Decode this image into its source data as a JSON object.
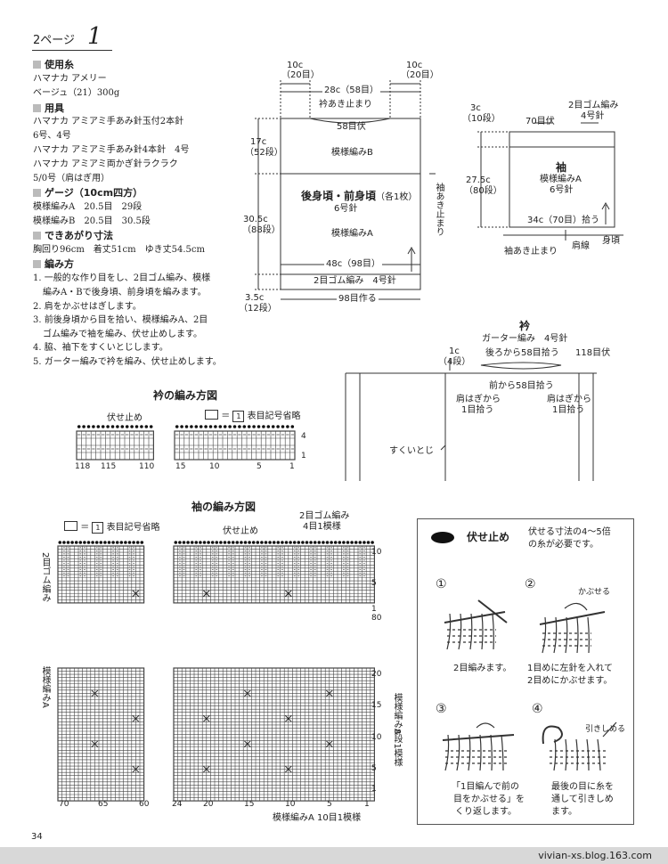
{
  "header": {
    "page_label": "2ページ",
    "page_number_big": "1"
  },
  "materials": {
    "yarn_heading": "使用糸",
    "yarn_line1": "ハマナカ アメリー",
    "yarn_line2": "ベージュ（21）300g",
    "tools_heading": "用具",
    "tools_line1": "ハマナカ アミアミ手あみ針玉付2本針",
    "tools_line2": "6号、4号",
    "tools_line3": "ハマナカ アミアミ手あみ針4本針　4号",
    "tools_line4": "ハマナカ アミアミ両かぎ針ラクラク",
    "tools_line5": "5/0号（肩はぎ用）",
    "gauge_heading": "ゲージ（10cm四方）",
    "gauge_line1": "模様編みA　20.5目　29段",
    "gauge_line2": "模様編みB　20.5目　30.5段",
    "size_heading": "できあがり寸法",
    "size_line1": "胸回り96cm　着丈51cm　ゆき丈54.5cm",
    "method_heading": "編み方",
    "step1a": "1. 一般的な作り目をし、2目ゴム編み、模様",
    "step1b": "編みA・Bで後身頃、前身頃を編みます。",
    "step2": "2. 肩をかぶせはぎします。",
    "step3a": "3. 前後身頃から目を拾い、模様編みA、2目",
    "step3b": "ゴム編みで袖を編み、伏せ止めします。",
    "step4": "4. 脇、袖下をすくいとじします。",
    "step5": "5. ガーター編みで衿を編み、伏せ止めします。"
  },
  "body_diagram": {
    "top_left": "10c",
    "top_left_rows": "（20目）",
    "top_right": "10c",
    "top_right_rows": "（20目）",
    "neck_width": "28c（58目）",
    "neck_open": "衿あき止まり",
    "neck_sts": "58目伏",
    "left_17": "17c",
    "left_17b": "（52段）",
    "left_305": "30.5c",
    "left_305b": "（88段）",
    "left_35": "3.5c",
    "left_35b": "（12段）",
    "pattern_b": "模様編みB",
    "title": "後身頃・前身頃",
    "title_note": "（各1枚）",
    "needle": "6号針",
    "pattern_a": "模様編みA",
    "width48": "48c（98目）",
    "rib": "2目ゴム編み　4号針",
    "cast_on": "98目作る",
    "sleeve_open": "袖あき止まり"
  },
  "sleeve_diagram": {
    "c3": "3c",
    "c3b": "（10段）",
    "c275": "27.5c",
    "c275b": "（80段）",
    "bind": "70目伏",
    "rib": "2目ゴム編み",
    "rib_needle": "4号針",
    "title": "袖",
    "pattern": "模様編みA",
    "needle": "6号針",
    "pickup": "34c（70目）拾う",
    "shoulder": "肩線",
    "body": "身頃",
    "sleeve_open": "袖あき止まり"
  },
  "collar_diagram": {
    "title": "衿",
    "subtitle": "ガーター編み　4号針",
    "c1": "1c",
    "c1b": "（4段）",
    "back_pick": "後ろから58目拾う",
    "bind": "118目伏",
    "front_pick": "前から58目拾う",
    "shoulder_left": "肩はぎから",
    "pick1_left": "1目拾う",
    "shoulder_right": "肩はぎから",
    "pick1_right": "1目拾う",
    "sukui": "すくいとじ"
  },
  "collar_chart": {
    "title": "衿の編み方図",
    "bind_off": "伏せ止め",
    "legend": "＝",
    "legend_box": "1",
    "legend_text": "表目記号省略",
    "xlabels": [
      "118",
      "115",
      "110",
      "15",
      "10",
      "5",
      "1"
    ],
    "row4": "4",
    "row1": "1"
  },
  "sleeve_chart": {
    "title": "袖の編み方図",
    "legend": "＝",
    "legend_box": "1",
    "legend_text": "表目記号省略",
    "bind_off": "伏せ止め",
    "rib_label": "2目ゴム編み",
    "rib_repeat": "4目1模様",
    "left_rib": "2目ゴム編み",
    "left_pattern": "模様編みA",
    "right_rows": [
      "10",
      "5",
      "1",
      "80",
      "20",
      "15",
      "10",
      "5",
      "1"
    ],
    "right_pattern": "模様編みA",
    "right_repeat": "8段1模様",
    "xlabels": [
      "70",
      "65",
      "60",
      "24",
      "20",
      "15",
      "10",
      "5",
      "1"
    ],
    "bottom_repeat": "模様編みA 10目1模様"
  },
  "bind_off_box": {
    "title": "伏せ止め",
    "note1": "伏せる寸法の4～5倍",
    "note2": "の糸が必要です。",
    "step1_num": "①",
    "step1_text": "2目編みます。",
    "step2_num": "②",
    "step2_tag": "かぶせる",
    "step2_text1": "1目めに左針を入れて",
    "step2_text2": "2目めにかぶせます。",
    "step3_num": "③",
    "step3_text1": "「1目編んで前の",
    "step3_text2": "目をかぶせる」を",
    "step3_text3": "くり返します。",
    "step4_num": "④",
    "step4_tag": "引きしめる",
    "step4_text1": "最後の目に糸を",
    "step4_text2": "通して引きしめ",
    "step4_text3": "ます。"
  },
  "footer": {
    "page_num": "34",
    "credit": "vivian-xs.blog.163.com"
  }
}
